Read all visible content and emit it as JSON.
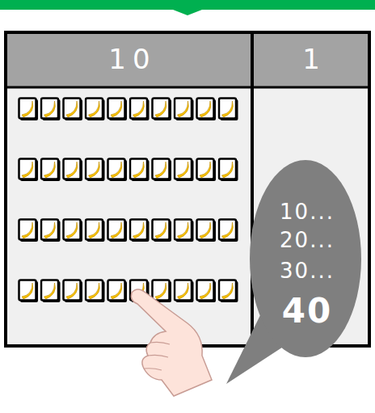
{
  "diagram": {
    "nodes": [
      {
        "text": [
          "10...",
          "20...",
          "30...",
          "40"
        ]
      }
    ],
    "labels": [
      "10",
      "1"
    ]
  }
}
